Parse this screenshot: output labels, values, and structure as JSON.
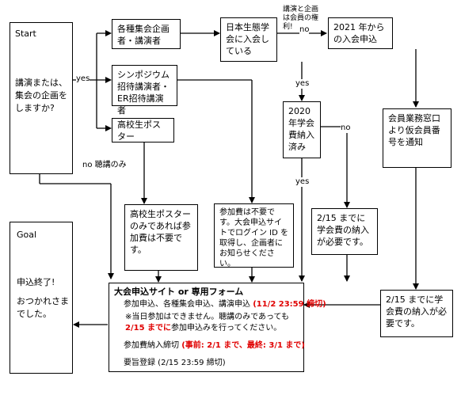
{
  "start": {
    "title": "Start",
    "question": "講演または、集会の企画をしますか?"
  },
  "goal": {
    "title": "Goal",
    "line1": "申込終了!",
    "line2": "おつかれさまでした。"
  },
  "boxes": {
    "planners": "各種集会企画者・講演者",
    "symposium": "シンポジウム招待講演者・ER招待講演者",
    "poster": "高校生ポスター",
    "member": "日本生態学会に入会している",
    "apply2021": "2021 年からの入会申込",
    "fee2020": "2020 年学会費納入済み",
    "office": "会員業務窓口より仮会員番号を通知",
    "poster_note": "高校生ポスターのみであれば参加費は不要です。",
    "no_fee_note": "参加費は不要です。大会申込サイトでログイン ID を取得し、企画者にお知らせください。",
    "payby_0215_a": "2/15 までに学会費の納入が必要です。",
    "payby_0215_b": "2/15 までに学会費の納入が必要です。"
  },
  "labels": {
    "yes1": "yes",
    "no_listen": "no 聴講のみ",
    "no1": "no",
    "yes2": "yes",
    "no2": "no",
    "yes3": "yes",
    "member_right": "講演と企画は会員の権利!"
  },
  "final": {
    "title": "大会申込サイト or 専用フォーム",
    "line1_a": "参加申込、各種集会申込、講演申込",
    "line1_deadline": "(11/2 23:59 締切)",
    "line2_a": "※当日参加はできません。聴講のみであっても",
    "line3_red": "2/15 までに",
    "line3_b": "参加申込みを行ってください。",
    "line4_a": "参加費納入締切",
    "line4_red": "(事前: 2/1 まで、最終: 3/1 まで)",
    "line5": "要旨登録 (2/15 23:59 締切)"
  }
}
